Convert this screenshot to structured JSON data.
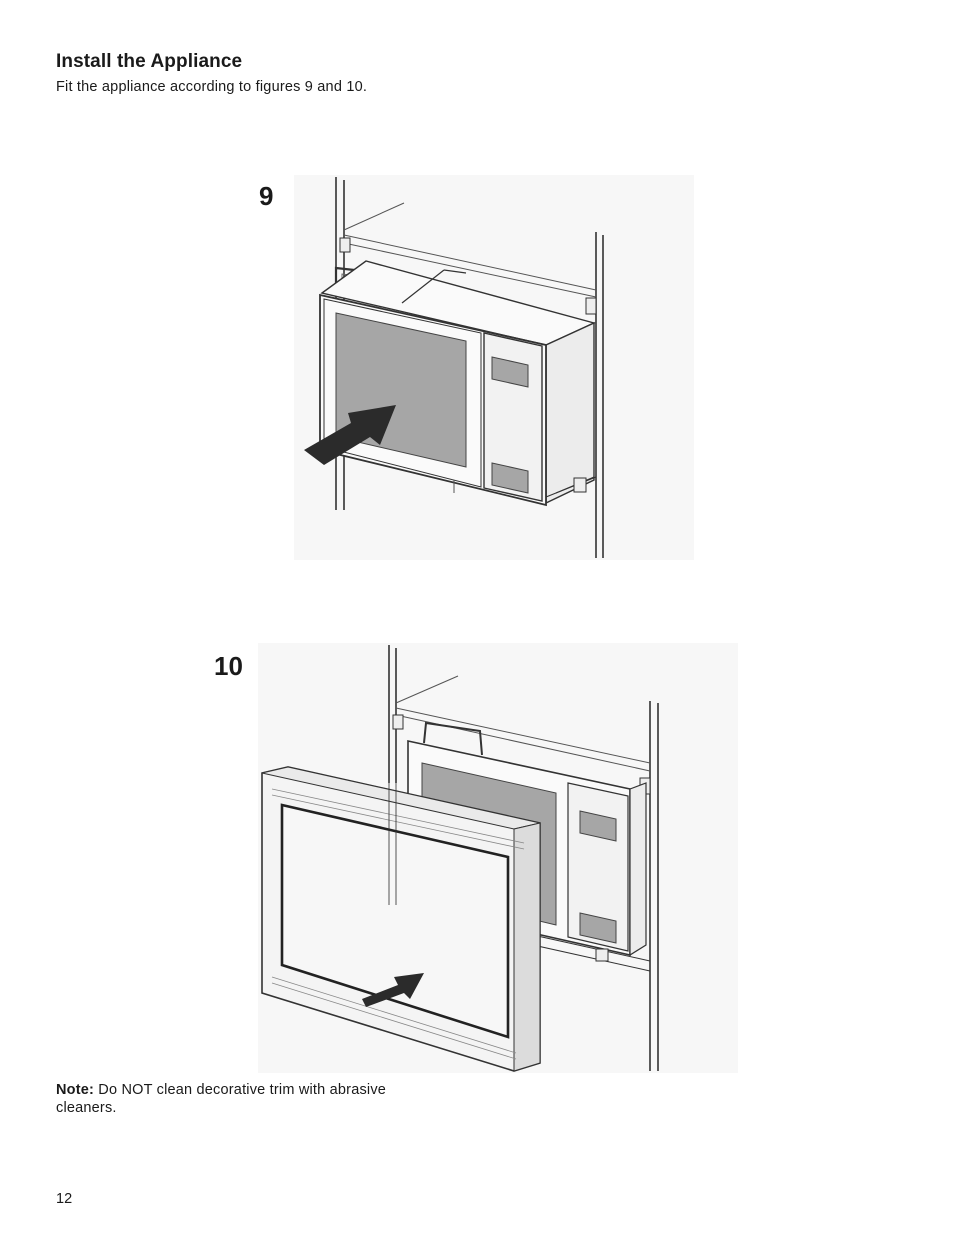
{
  "section": {
    "heading": "Install the Appliance",
    "intro": "Fit the appliance according to figures 9 and 10."
  },
  "figures": [
    {
      "number": "9"
    },
    {
      "number": "10"
    }
  ],
  "note": {
    "label": "Note:",
    "text": "Do NOT clean decorative trim with abrasive cleaners."
  },
  "page_number": "12",
  "colors": {
    "text": "#1a1a1a",
    "line": "#333333",
    "window_gray": "#a6a6a6",
    "panel_light": "#f2f2f2",
    "background_tint": "#f7f7f7"
  }
}
